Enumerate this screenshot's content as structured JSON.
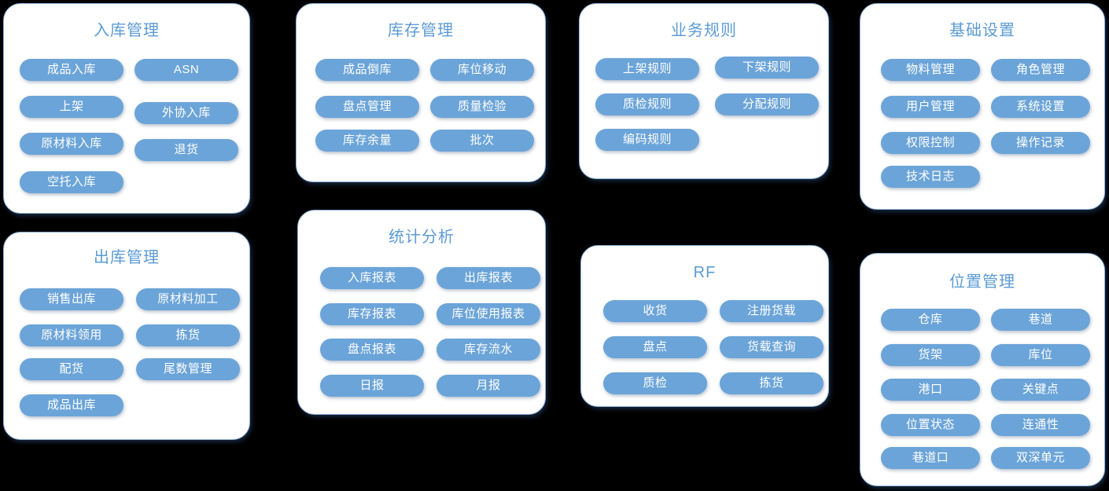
{
  "page": {
    "background_color": "#000000",
    "card_bg_color": "#ffffff",
    "card_border_color": "#8fb3d9",
    "title_color": "#5B9BD5",
    "pill_color": "#6BA4D8",
    "pill_text_color": "#ffffff"
  },
  "cards": [
    {
      "id": "inbound-management",
      "title": "入库管理",
      "left_items": [
        "成品入库",
        "上架",
        "原材料入库",
        "空托入库"
      ],
      "right_items": [
        "ASN",
        "外协入库",
        "退货"
      ]
    },
    {
      "id": "inventory-management",
      "title": "库存管理",
      "left_items": [
        "成品倒库",
        "盘点管理",
        "库存余量"
      ],
      "right_items": [
        "库位移动",
        "质量检验",
        "批次"
      ]
    },
    {
      "id": "business-rules",
      "title": "业务规则",
      "left_items": [
        "上架规则",
        "质检规则",
        "编码规则"
      ],
      "right_items": [
        "下架规则",
        "分配规则"
      ]
    },
    {
      "id": "basic-settings",
      "title": "基础设置",
      "left_items": [
        "物料管理",
        "用户管理",
        "权限控制",
        "技术日志"
      ],
      "right_items": [
        "角色管理",
        "系统设置",
        "操作记录"
      ]
    },
    {
      "id": "outbound-management",
      "title": "出库管理",
      "left_items": [
        "销售出库",
        "原材料领用",
        "配货",
        "成品出库"
      ],
      "right_items": [
        "原材料加工",
        "拣货",
        "尾数管理"
      ]
    },
    {
      "id": "statistics-analysis",
      "title": "统计分析",
      "left_items": [
        "入库报表",
        "库存报表",
        "盘点报表",
        "日报"
      ],
      "right_items": [
        "出库报表",
        "库位使用报表",
        "库存流水",
        "月报"
      ]
    },
    {
      "id": "rf",
      "title": "RF",
      "left_items": [
        "收货",
        "盘点",
        "质检"
      ],
      "right_items": [
        "注册货载",
        "货载查询",
        "拣货"
      ]
    },
    {
      "id": "location-management",
      "title": "位置管理",
      "left_items": [
        "仓库",
        "货架",
        "港口",
        "位置状态",
        "巷道口"
      ],
      "right_items": [
        "巷道",
        "库位",
        "关键点",
        "连通性",
        "双深单元"
      ]
    }
  ]
}
